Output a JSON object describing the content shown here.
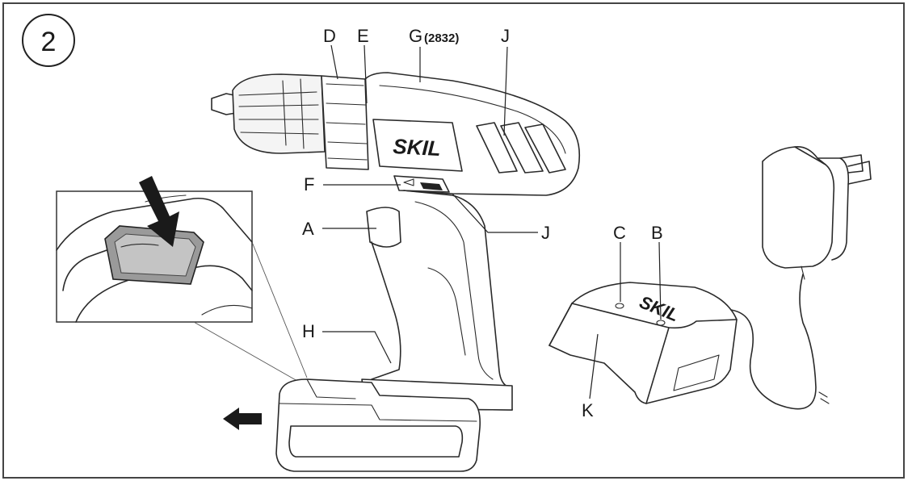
{
  "figure_number": "2",
  "labels": {
    "a": "A",
    "b": "B",
    "c": "C",
    "d": "D",
    "e": "E",
    "f": "F",
    "g": "G",
    "g_model": "(2832)",
    "h": "H",
    "j_top": "J",
    "j_side": "J",
    "k": "K"
  },
  "logos": {
    "drill": "SKIL",
    "charger": "SKIL"
  },
  "icons": [
    "press-arrow-icon",
    "slide-out-arrow-icon"
  ]
}
